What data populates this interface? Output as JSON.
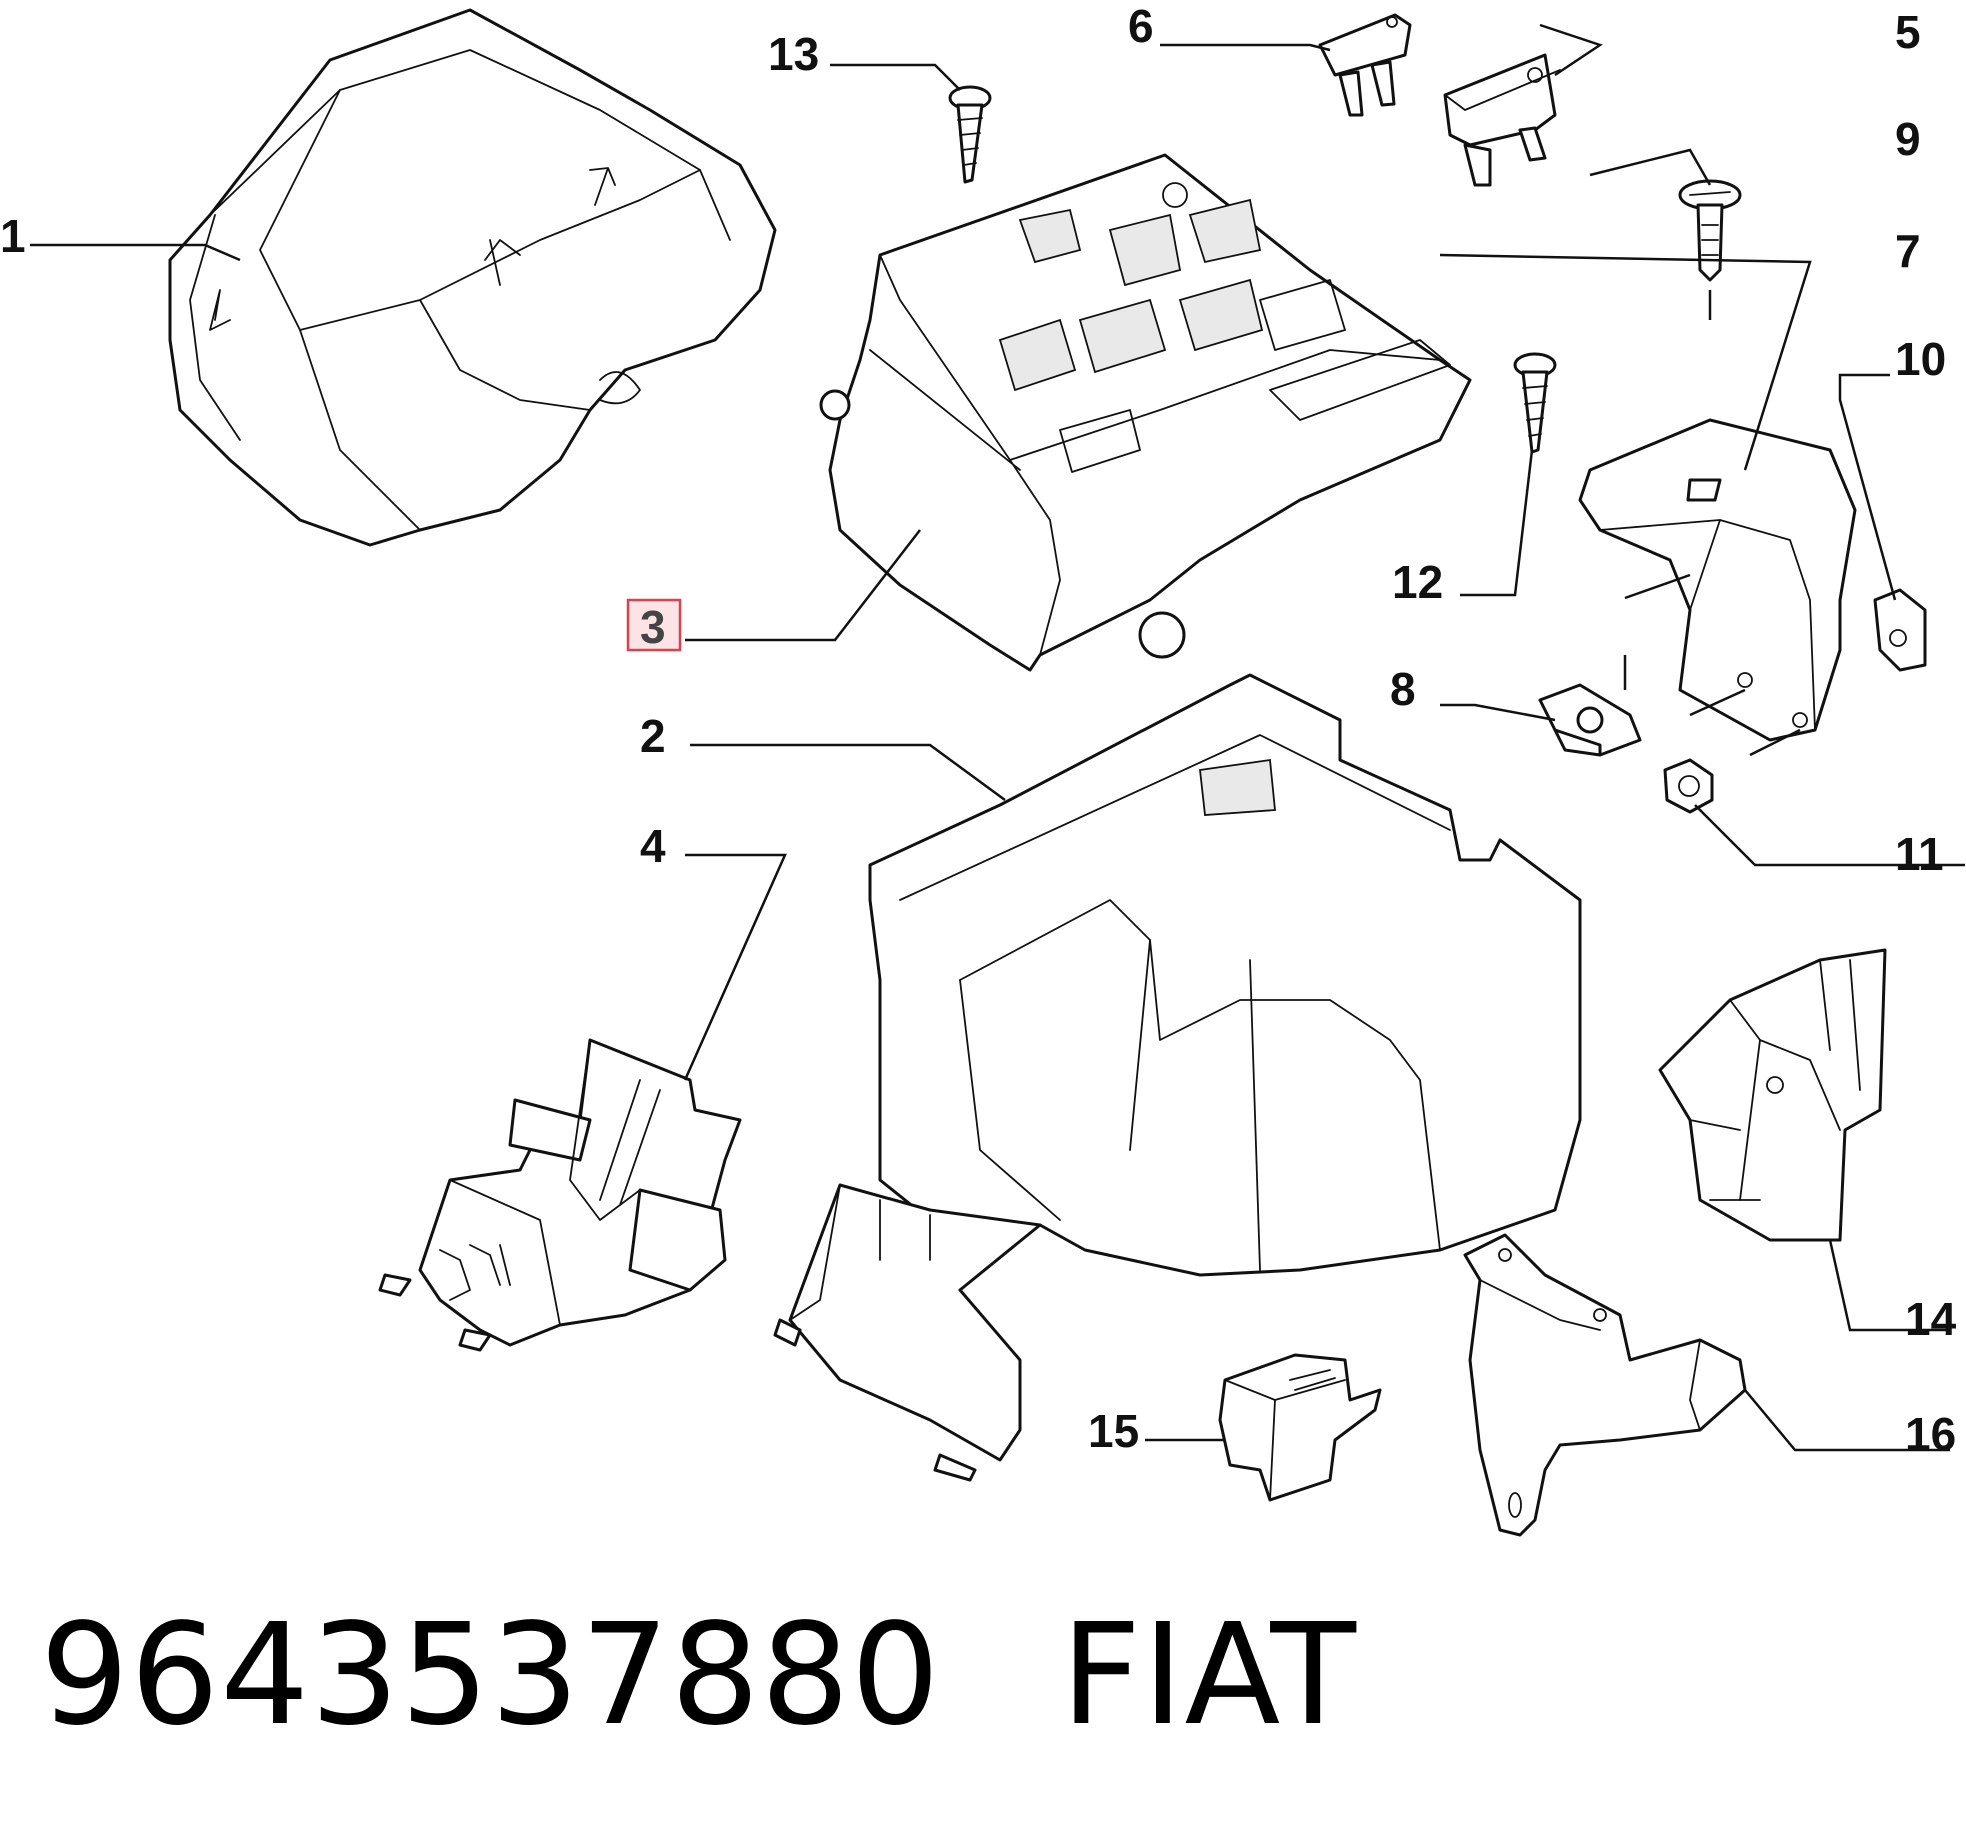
{
  "callouts": {
    "c1": "1",
    "c2": "2",
    "c3": "3",
    "c4": "4",
    "c5": "5",
    "c6": "6",
    "c7": "7",
    "c8": "8",
    "c9": "9",
    "c10": "10",
    "c11": "11",
    "c12": "12",
    "c13": "13",
    "c14": "14",
    "c15": "15",
    "c16": "16"
  },
  "highlighted_callout": "3",
  "part_number": "9643537880",
  "brand": "FIAT",
  "colors": {
    "highlight_border": "#d9434f",
    "highlight_fill": "#fbe3e6",
    "line": "#111111"
  }
}
